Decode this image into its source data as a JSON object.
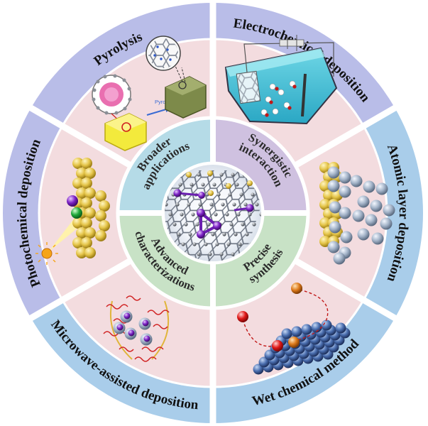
{
  "outer_sectors": [
    {
      "label": "Pyrolysis",
      "color": "#b9bde8"
    },
    {
      "label": "Electrochemical deposition",
      "color": "#b9bde8"
    },
    {
      "label": "Atomic layer deposition",
      "color": "#a9cdea"
    },
    {
      "label": "Wet chemical method",
      "color": "#a9cdea"
    },
    {
      "label": "Microwave-assisted deposition",
      "color": "#a9cdea"
    },
    {
      "label": "Photochemical deposition",
      "color": "#b9bde8"
    }
  ],
  "inner_quadrants": [
    {
      "label_lines": [
        "Synergistic",
        "interaction"
      ],
      "color": "#cfc1e0"
    },
    {
      "label_lines": [
        "Precise",
        "synthesis"
      ],
      "color": "#c8e2c6"
    },
    {
      "label_lines": [
        "Advanced",
        "characterizations"
      ],
      "color": "#c8e2c6"
    },
    {
      "label_lines": [
        "Broader",
        "applications"
      ],
      "color": "#b5dbe7"
    }
  ],
  "panel_fill": "#f3dcdf",
  "divider_color": "#ffffff",
  "diagram_labels": {
    "pyrolysis_arrow": "Pyrolysis"
  }
}
